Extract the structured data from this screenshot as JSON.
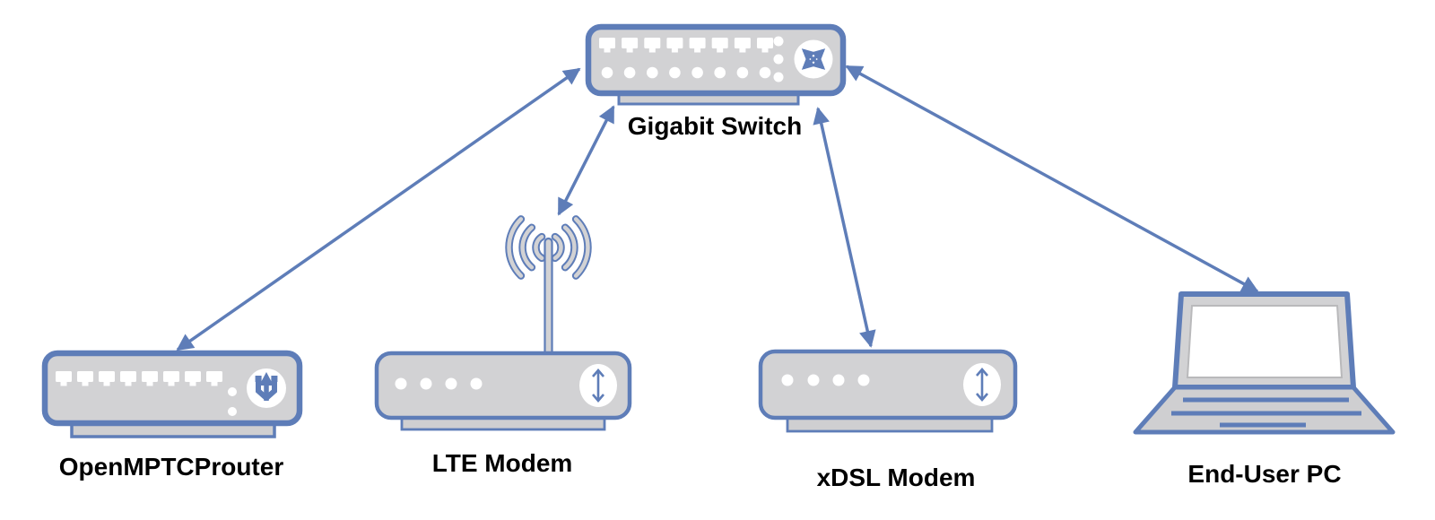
{
  "diagram": {
    "type": "network-topology",
    "background_color": "#FFFFFF",
    "accent_color": "#5E7DB8",
    "device_fill_color": "#D2D2D4",
    "label_color": "#000000",
    "nodes": {
      "switch": {
        "label": "Gigabit Switch",
        "kind": "rack-switch",
        "icon": "crossed-arrows-icon"
      },
      "router": {
        "label": "OpenMPTCProuter",
        "kind": "rack-router",
        "icon": "branch-route-icon"
      },
      "lte": {
        "label": "LTE Modem",
        "kind": "modem-with-antenna",
        "icon": "up-down-arrow-icon"
      },
      "xdsl": {
        "label": "xDSL Modem",
        "kind": "modem",
        "icon": "up-down-arrow-icon"
      },
      "pc": {
        "label": "End-User PC",
        "kind": "laptop",
        "icon": "laptop-icon"
      }
    },
    "edges": [
      {
        "from": "Gigabit Switch",
        "to": "OpenMPTCProuter",
        "type": "bidirectional-arrow"
      },
      {
        "from": "Gigabit Switch",
        "to": "LTE Modem",
        "type": "bidirectional-arrow"
      },
      {
        "from": "Gigabit Switch",
        "to": "xDSL Modem",
        "type": "bidirectional-arrow"
      },
      {
        "from": "Gigabit Switch",
        "to": "End-User PC",
        "type": "bidirectional-arrow"
      }
    ],
    "icons": {
      "crossed-arrows-icon": "two crossed double-headed arrows in white circle (switching)",
      "branch-route-icon": "upward arrow splitting into three branches in white circle (multipath routing)",
      "up-down-arrow-icon": "vertical double-headed arrow in white oval (modem sync)",
      "antenna-icon": "antenna mast with three radio wave arcs on each side",
      "ethernet-port-icon": "white RJ45 port glyphs",
      "led-icon": "white round status LEDs",
      "laptop-icon": "open laptop with screen and keyboard lines"
    }
  }
}
